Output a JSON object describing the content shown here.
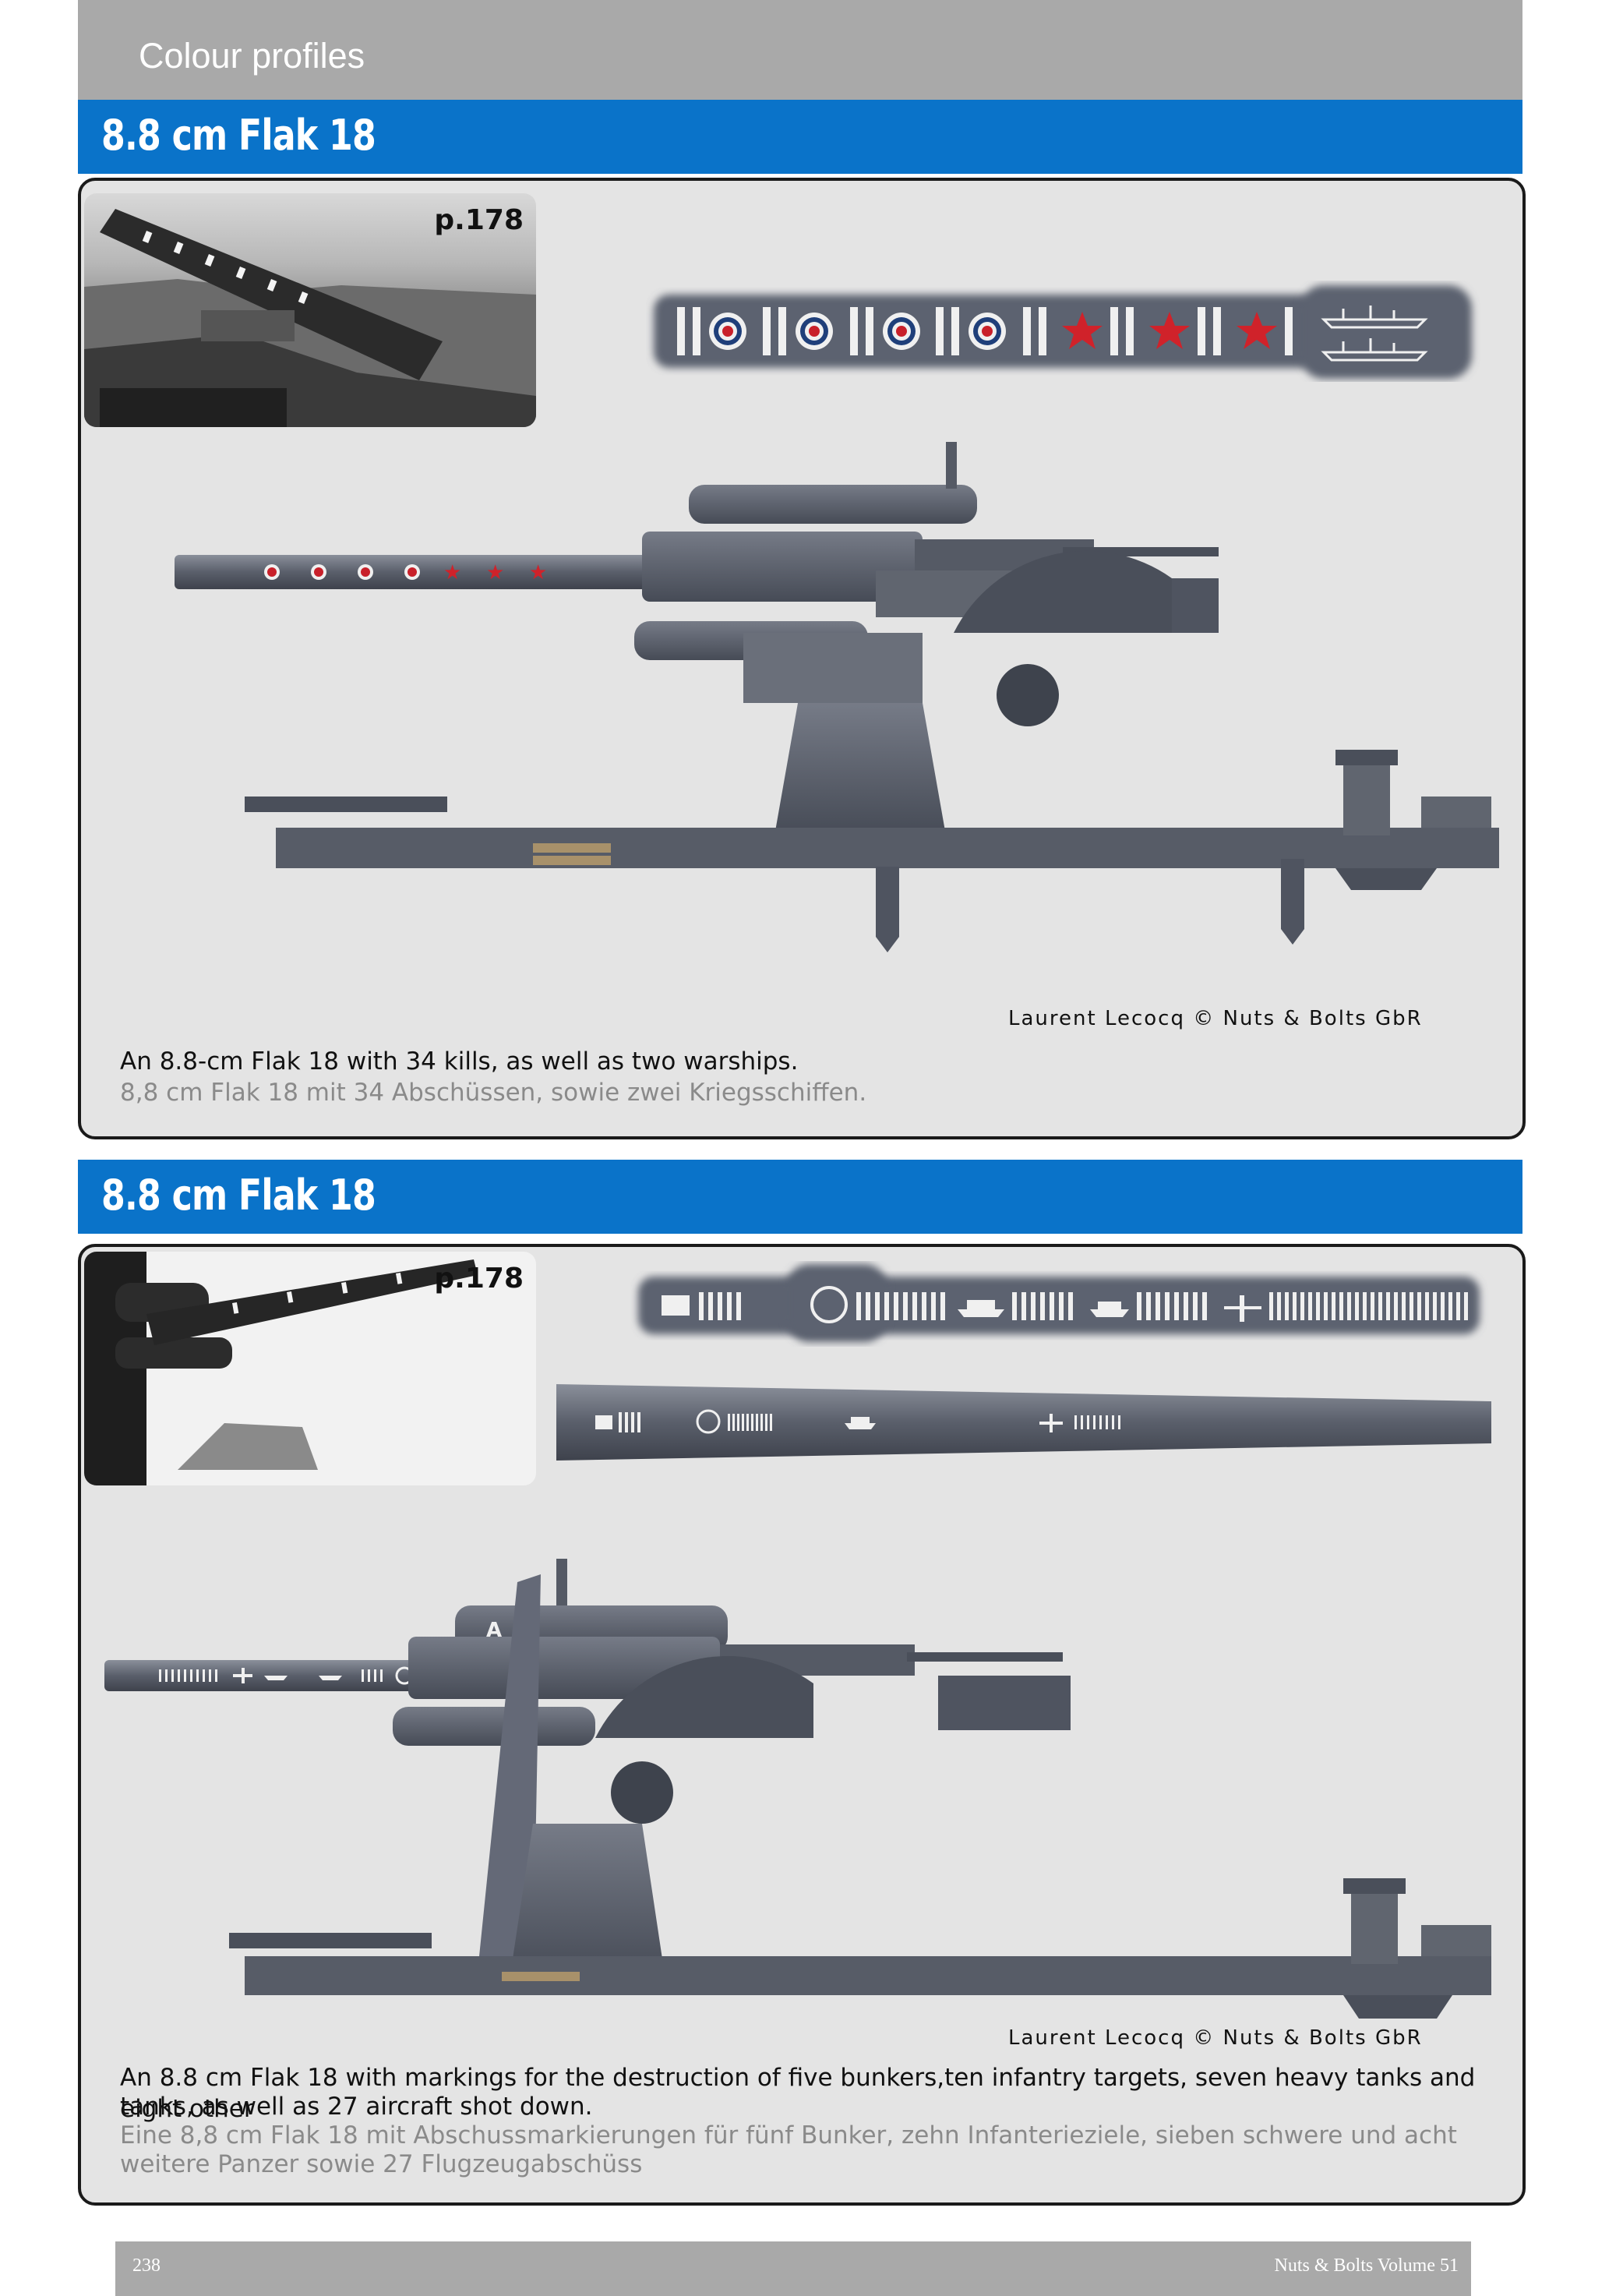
{
  "header": {
    "section_title": "Colour profiles"
  },
  "sections": [
    {
      "title": "8.8 cm Flak 18",
      "photo_ref": "p.178",
      "credit": "Laurent Lecocq © Nuts & Bolts GbR",
      "caption_en": "An 8.8-cm Flak 18 with 34 kills, as well as two warships.",
      "caption_de": "8,8 cm Flak 18 mit 34 Abschüssen, sowie zwei Kriegsschiffen."
    },
    {
      "title": "8.8 cm Flak 18",
      "photo_ref": "p.178",
      "credit": "Laurent Lecocq © Nuts & Bolts GbR",
      "caption_en_1": "An 8.8 cm Flak 18 with markings for the destruction of five bunkers,ten infantry targets, seven heavy tanks and eight other",
      "caption_en_2": "tanks, as well as 27 aircraft shot down.",
      "caption_de_1": "Eine 8,8 cm Flak 18 mit Abschussmarkierungen für fünf Bunker, zehn Infanterieziele, sieben schwere und acht",
      "caption_de_2": "weitere Panzer sowie 27 Flugzeugabschüss"
    }
  ],
  "colors": {
    "accent_blue": "#0a73c9",
    "header_gray": "#a9a9a9",
    "panel_gray": "#e4e4e4",
    "gun_gray": "#5f6470",
    "roundel_red": "#c8202a",
    "roundel_blue": "#1f3f7a"
  },
  "footer": {
    "page_number": "238",
    "volume": "Nuts & Bolts Volume 51"
  }
}
